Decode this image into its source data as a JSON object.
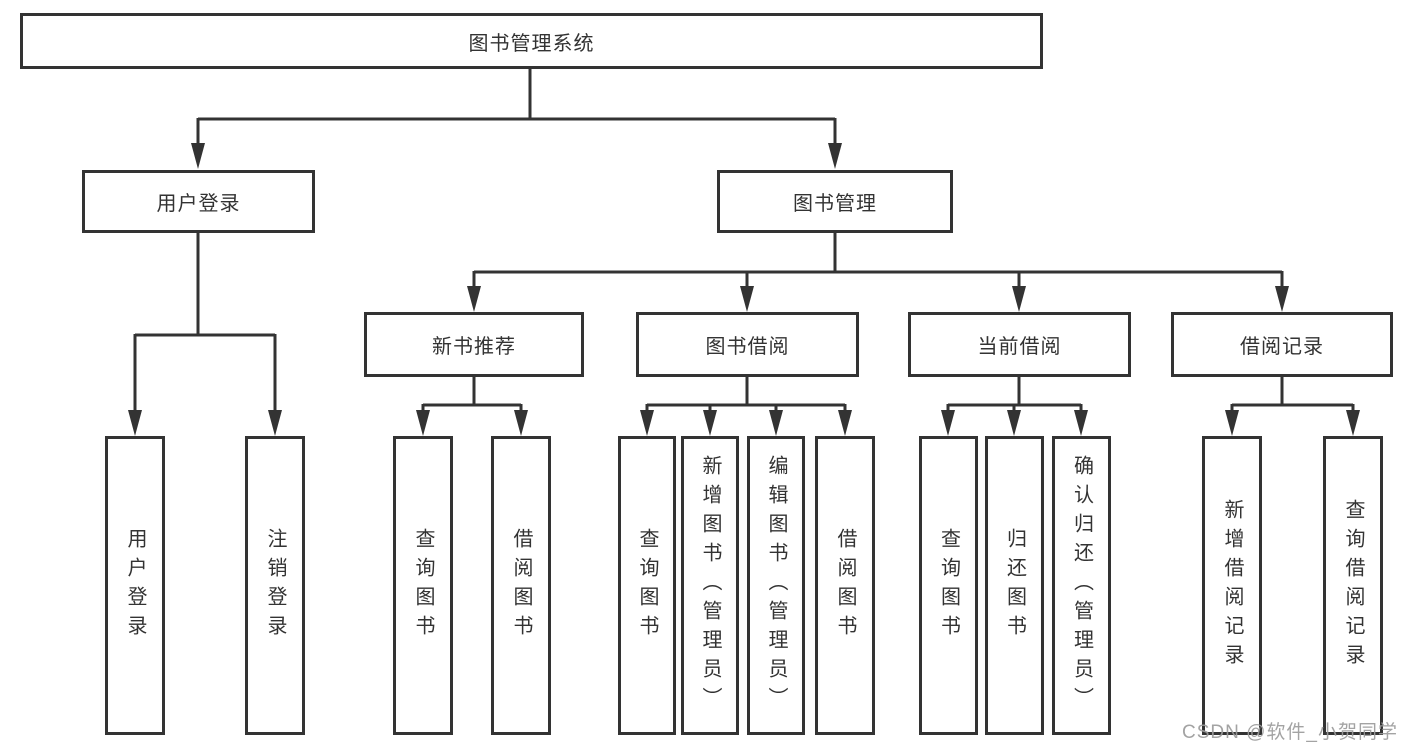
{
  "diagram": {
    "root_label": "图书管理系统",
    "level2": {
      "user_login": "用户登录",
      "book_mgmt": "图书管理"
    },
    "level3": {
      "new_books": "新书推荐",
      "book_borrow": "图书借阅",
      "current_borrow": "当前借阅",
      "borrow_records": "借阅记录"
    },
    "leaves": {
      "user_login_leaf": "用户登录",
      "logout": "注销登录",
      "nb_query": "查询图书",
      "nb_borrow": "借阅图书",
      "bb_query": "查询图书",
      "bb_add": "新增图书（管理员）",
      "bb_edit": "编辑图书（管理员）",
      "bb_borrow": "借阅图书",
      "cb_query": "查询图书",
      "cb_return": "归还图书",
      "cb_confirm": "确认归还（管理员）",
      "br_add": "新增借阅记录",
      "br_query": "查询借阅记录"
    },
    "watermark": "CSDN @软件_小贺同学",
    "colors": {
      "line": "#333333",
      "text": "#333333",
      "watermark": "#9c9c9c",
      "background": "#ffffff"
    }
  }
}
